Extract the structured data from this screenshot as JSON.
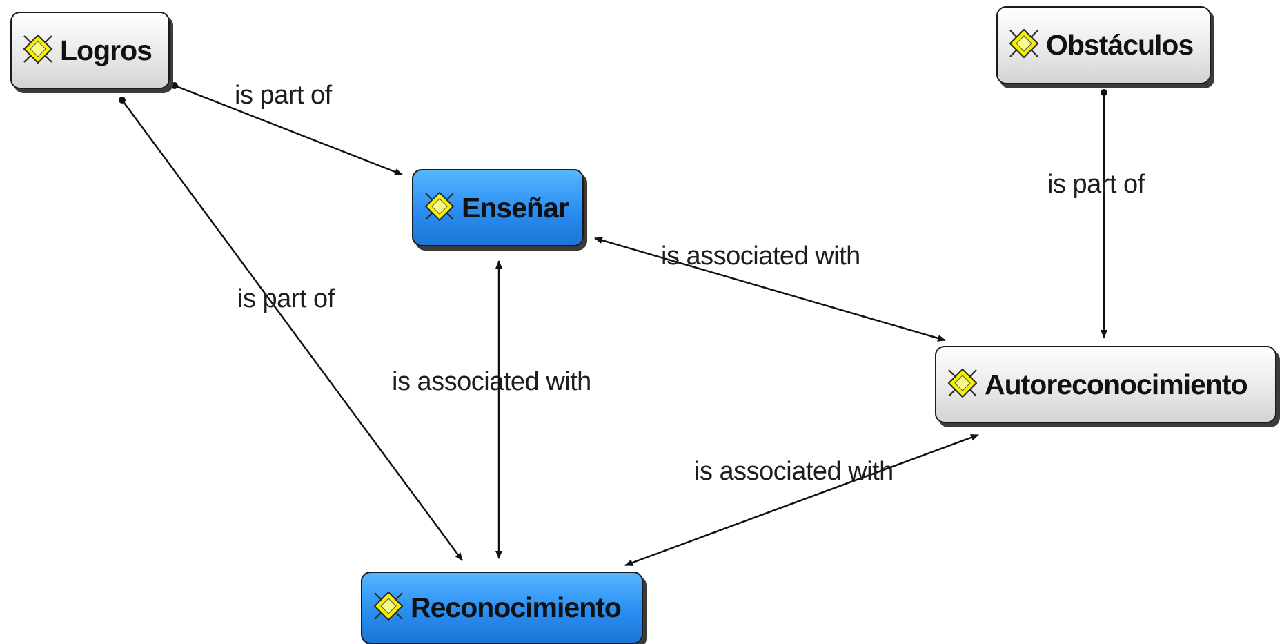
{
  "nodes": {
    "logros": {
      "label": "Logros",
      "icon": "concept-diamond-icon"
    },
    "obstaculos": {
      "label": "Obstáculos",
      "icon": "concept-diamond-icon"
    },
    "ensenar": {
      "label": "Enseñar",
      "icon": "concept-diamond-icon"
    },
    "autoreconocimiento": {
      "label": "Autoreconocimiento",
      "icon": "concept-diamond-icon"
    },
    "reconocimiento": {
      "label": "Reconocimiento",
      "icon": "concept-diamond-icon"
    }
  },
  "edges": [
    {
      "from": "Logros",
      "to": "Enseñar",
      "label": "is part of"
    },
    {
      "from": "Logros",
      "to": "Reconocimiento",
      "label": "is part of"
    },
    {
      "from": "Obstáculos",
      "to": "Autoreconocimiento",
      "label": "is part of"
    },
    {
      "from": "Enseñar",
      "to": "Autoreconocimiento",
      "label": "is associated with"
    },
    {
      "from": "Enseñar",
      "to": "Reconocimiento",
      "label": "is associated with"
    },
    {
      "from": "Autoreconocimiento",
      "to": "Reconocimiento",
      "label": "is associated with"
    }
  ],
  "colors": {
    "concept_blue": "#2a8ef2",
    "concept_grey": "#e9e9e9",
    "icon_yellow": "#f4f000",
    "line": "#111111"
  }
}
